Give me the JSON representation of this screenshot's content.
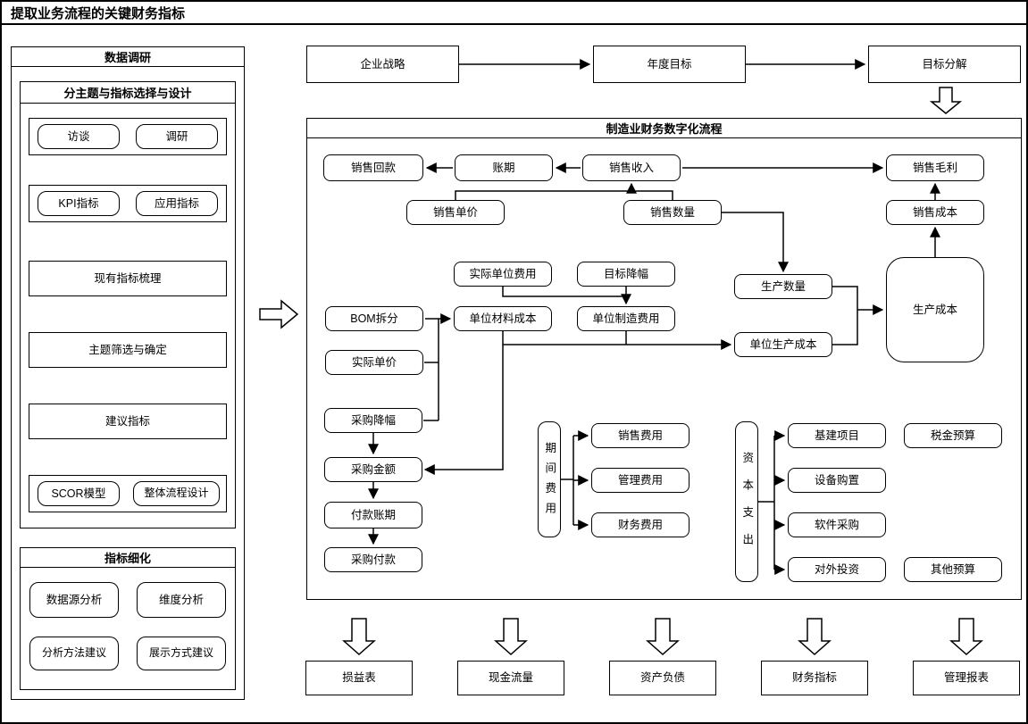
{
  "page": {
    "title": "提取业务流程的关键财务指标"
  },
  "left_panel": {
    "title": "数据调研",
    "selection": {
      "title": "分主题与指标选择与设计",
      "interview": "访谈",
      "survey": "调研",
      "kpi": "KPI指标",
      "applied": "应用指标",
      "existing": "现有指标梳理",
      "topic": "主题筛选与确定",
      "suggested": "建议指标",
      "scor": "SCOR模型",
      "overall": "整体流程设计"
    },
    "refine": {
      "title": "指标细化",
      "datasource": "数据源分析",
      "dimension": "维度分析",
      "method": "分析方法建议",
      "display": "展示方式建议"
    }
  },
  "strategy": {
    "enterprise": "企业战略",
    "annual": "年度目标",
    "decompose": "目标分解"
  },
  "main": {
    "title": "制造业财务数字化流程",
    "nodes": {
      "sales_collection": "销售回款",
      "credit_period": "账期",
      "sales_revenue": "销售收入",
      "gross_profit": "销售毛利",
      "sales_unit_price": "销售单价",
      "sales_quantity": "销售数量",
      "sales_cost": "销售成本",
      "actual_unit_expense": "实际单位费用",
      "target_reduction": "目标降幅",
      "bom_split": "BOM拆分",
      "unit_material_cost": "单位材料成本",
      "unit_manufacturing_expense": "单位制造费用",
      "production_quantity": "生产数量",
      "production_cost": "生产成本",
      "actual_unit_price": "实际单价",
      "unit_production_cost": "单位生产成本",
      "purchase_reduction": "采购降幅",
      "purchase_amount": "采购金额",
      "payment_terms": "付款账期",
      "purchase_payment": "采购付款",
      "period_expense": "期间费用",
      "selling_expense": "销售费用",
      "admin_expense": "管理费用",
      "finance_expense": "财务费用",
      "capital_expenditure": "资本支出",
      "infrastructure_project": "基建项目",
      "equipment_purchase": "设备购置",
      "software_purchase": "软件采购",
      "outbound_investment": "对外投资",
      "tax_budget": "税金预算",
      "other_budget": "其他预算"
    }
  },
  "outputs": {
    "income_statement": "损益表",
    "cash_flow": "现金流量",
    "balance_sheet": "资产负债",
    "financial_kpi": "财务指标",
    "management_report": "管理报表"
  },
  "colors": {
    "stroke": "#000000",
    "fill": "#ffffff"
  }
}
